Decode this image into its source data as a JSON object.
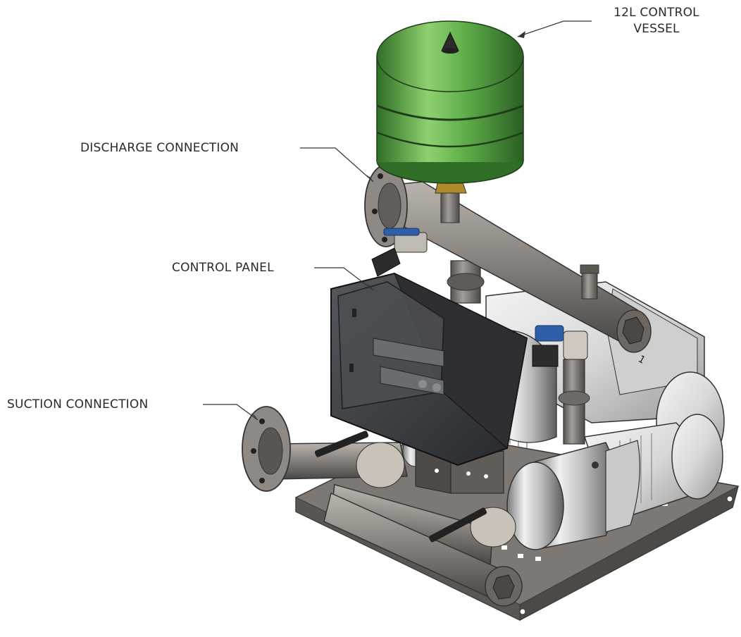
{
  "callouts": {
    "vessel": {
      "line1": "12L CONTROL",
      "line2": "VESSEL"
    },
    "discharge": "DISCHARGE CONNECTION",
    "control_panel": "CONTROL PANEL",
    "suction": "SUCTION CONNECTION"
  },
  "colors": {
    "vessel_green": "#5fae4a",
    "pipe_steel": "#8a8580",
    "panel_dark": "#3b3d40",
    "base_plate": "#6e6a66",
    "motor_white": "#e4e4e4",
    "valve_handle_blue": "#2f5fa8",
    "leader_line": "#333333"
  },
  "components": [
    "control-vessel",
    "discharge-manifold",
    "control-panel",
    "pump-1",
    "pump-2",
    "suction-manifold",
    "base-frame"
  ]
}
